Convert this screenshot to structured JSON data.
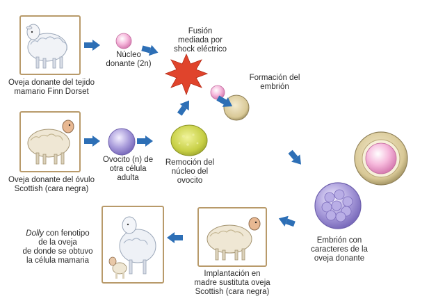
{
  "labels": {
    "donor_mammary": [
      "Oveja donante del tejido",
      "mamario Finn Dorset"
    ],
    "donor_egg": [
      "Oveja donante del óvulo",
      "Scottish (cara negra)"
    ],
    "nucleus": [
      "Núcleo",
      "donante (2n)"
    ],
    "fusion": [
      "Fusión",
      "mediada por",
      "shock eléctrico"
    ],
    "embryo_formation": [
      "Formación del",
      "embrión"
    ],
    "oocyte": [
      "Ovocito (n) de",
      "otra célula",
      "adulta"
    ],
    "removal": [
      "Remoción del",
      "núcleo del",
      "ovocito"
    ],
    "embryo_traits": [
      "Embrión con",
      "caracteres de la",
      "oveja donante"
    ],
    "implantation": [
      "Implantación en",
      "madre sustituta oveja",
      "Scottish (cara negra)"
    ],
    "dolly_name": "Dolly",
    "dolly": [
      " con fenotipo",
      "de la oveja",
      "de donde se obtuvo",
      "la célula mamaria"
    ]
  },
  "colors": {
    "arrow": "#2d6fb6",
    "frame": "#b89a6a",
    "burst": "#e0442c",
    "nucleus_pink": "#f2a8d0",
    "oocyte_purple": "#a79ad6",
    "removed_oocyte": "#c8cf46",
    "embryo_outer": "#e2d4a6"
  }
}
